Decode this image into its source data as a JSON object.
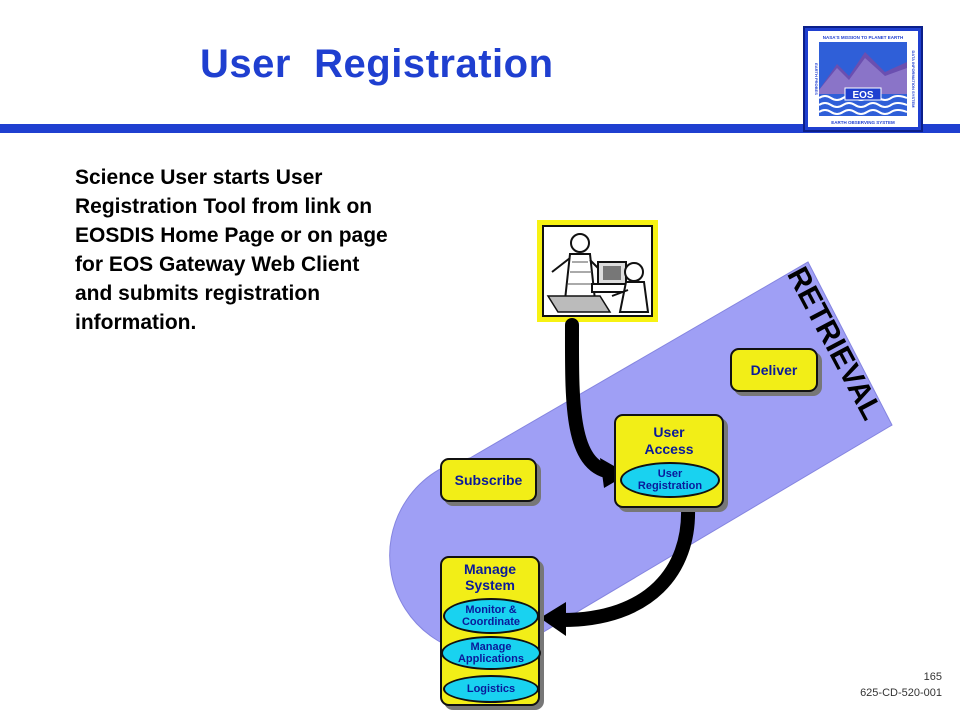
{
  "header": {
    "title": "User  Registration"
  },
  "logo": {
    "top_text": "NASA'S MISSION TO PLANET EARTH",
    "left_text": "EARTH PROBES",
    "right_text": "DATA INFORMATION SYSTEM",
    "center_text": "EOS",
    "bottom_text": "EARTH OBSERVING SYSTEM"
  },
  "description": {
    "lines": [
      "Science User starts User",
      "Registration Tool from link on",
      "EOSDIS Home Page or on page",
      "for EOS Gateway Web Client",
      "and submits registration",
      "information."
    ]
  },
  "diagram": {
    "band_label": "RETRIEVAL",
    "band_color": "#9f9ff5",
    "box_color": "#f2ee17",
    "oval_color": "#19d2f0",
    "deliver": "Deliver",
    "subscribe": "Subscribe",
    "user_access": {
      "line1": "User",
      "line2": "Access",
      "oval_line1": "User",
      "oval_line2": "Registration"
    },
    "manage_system": {
      "line1": "Manage",
      "line2": "System",
      "oval1_line1": "Monitor &",
      "oval1_line2": "Coordinate",
      "oval2_line1": "Manage",
      "oval2_line2": "Applications",
      "oval3": "Logistics"
    }
  },
  "footer": {
    "page_number": "165",
    "doc_id": "625-CD-520-001"
  }
}
